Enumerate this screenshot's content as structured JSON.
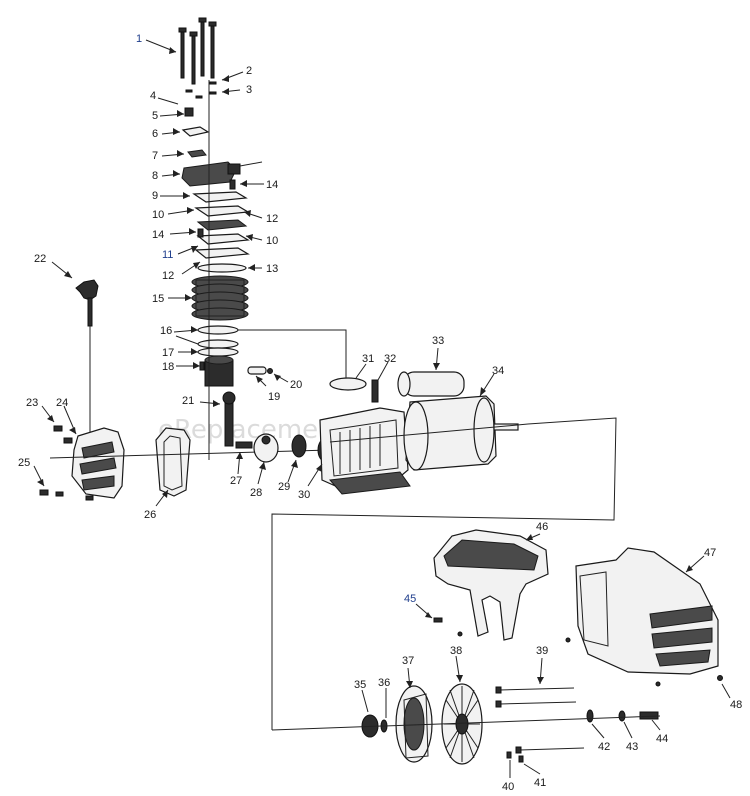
{
  "watermark": "eReplacementParts.com",
  "colors": {
    "label_blue": "#1f3e8c",
    "label_black": "#1a1a1a",
    "line": "#222222"
  },
  "callouts": {
    "p1": "1",
    "p2": "2",
    "p3": "3",
    "p4": "4",
    "p5": "5",
    "p6": "6",
    "p7": "7",
    "p8": "8",
    "p9": "9",
    "p10a": "10",
    "p10b": "10",
    "p11": "11",
    "p12a": "12",
    "p12b": "12",
    "p13": "13",
    "p14a": "14",
    "p14b": "14",
    "p15": "15",
    "p16": "16",
    "p17": "17",
    "p18": "18",
    "p19": "19",
    "p20": "20",
    "p21": "21",
    "p22": "22",
    "p23": "23",
    "p24": "24",
    "p25": "25",
    "p26": "26",
    "p27": "27",
    "p28": "28",
    "p29": "29",
    "p30": "30",
    "p31": "31",
    "p32": "32",
    "p33": "33",
    "p34": "34",
    "p35": "35",
    "p36": "36",
    "p37": "37",
    "p38": "38",
    "p39": "39",
    "p40": "40",
    "p41": "41",
    "p42": "42",
    "p43": "43",
    "p44": "44",
    "p45": "45",
    "p46": "46",
    "p47": "47",
    "p48": "48"
  }
}
